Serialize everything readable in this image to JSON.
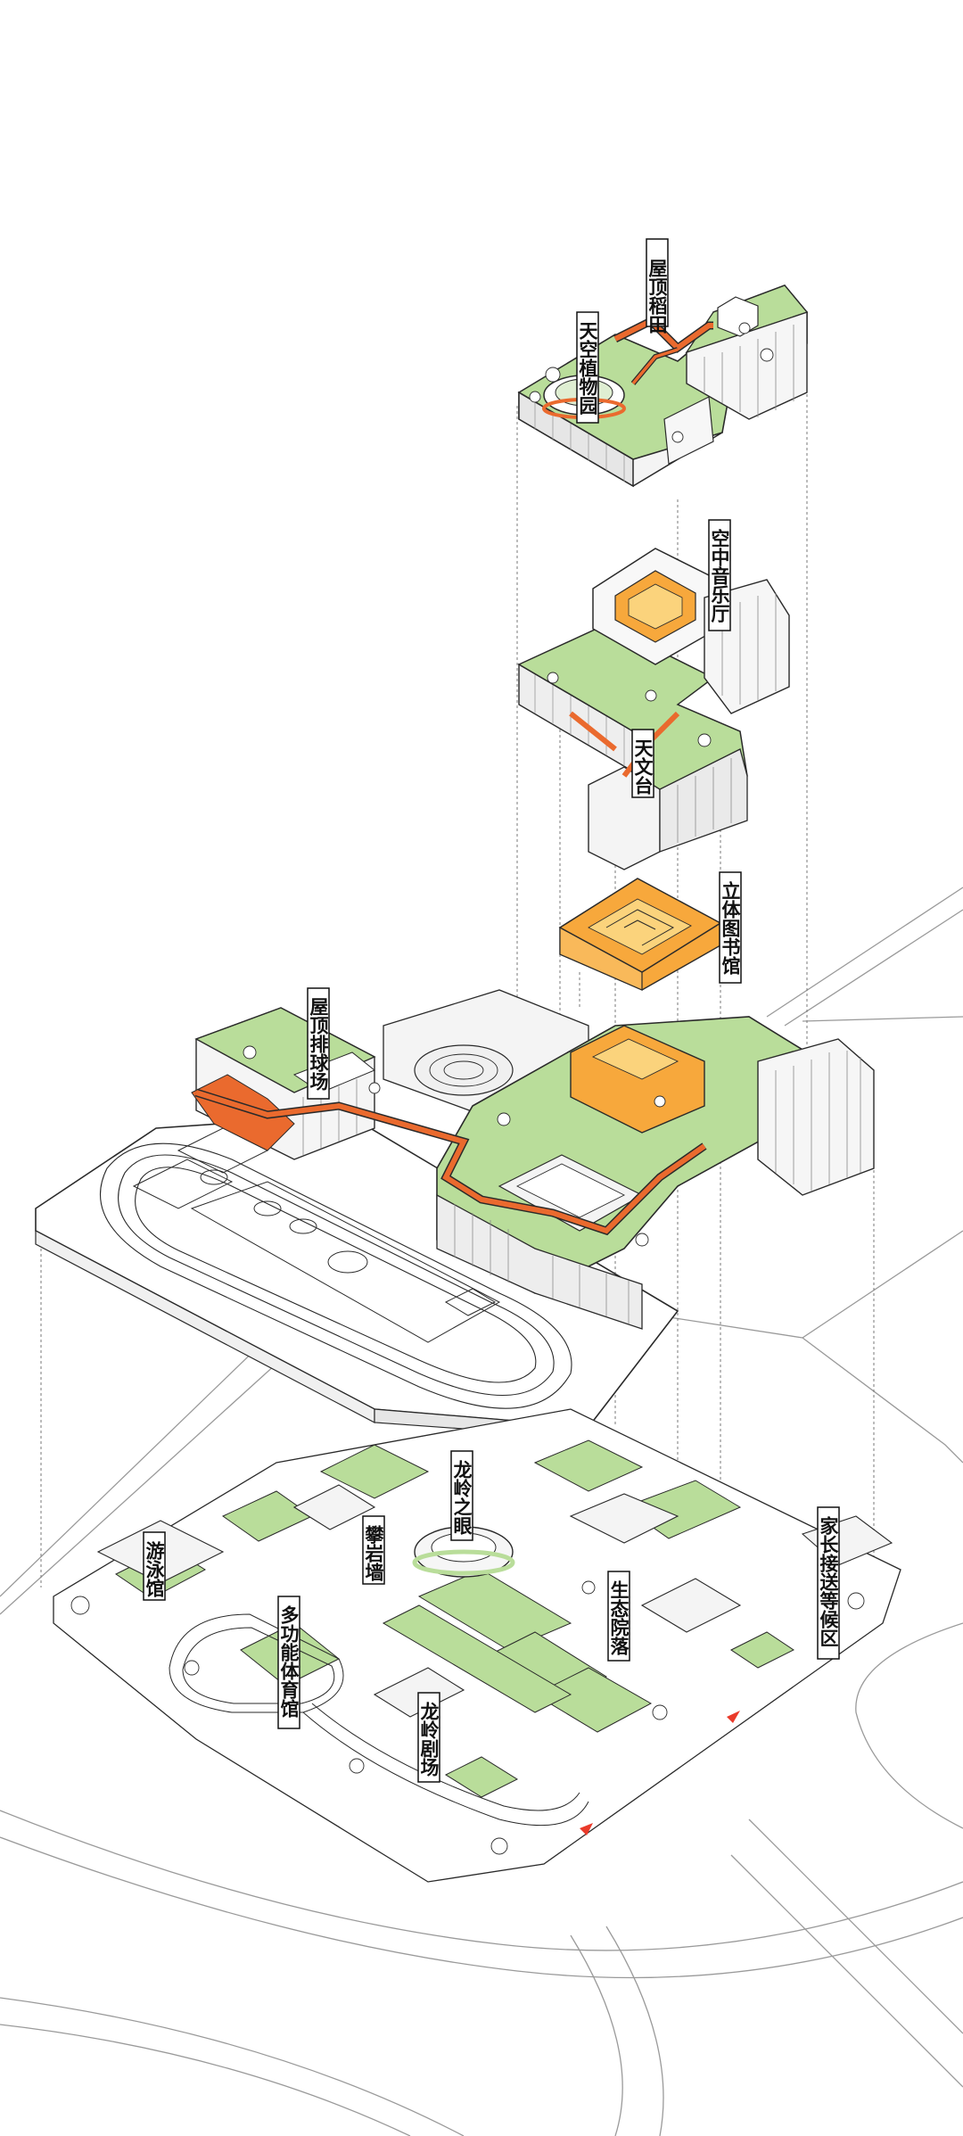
{
  "labels": {
    "roof_paddy": "屋顶稻田",
    "sky_garden": "天空植物园",
    "sky_music_hall": "空中音乐厅",
    "observatory": "天文台",
    "library": "立体图书馆",
    "roof_volleyball": "屋顶排球场",
    "swimming": "游泳馆",
    "climbing_wall": "攀岩墙",
    "longling_eye": "龙岭之眼",
    "gym": "多功能体育馆",
    "eco_courtyard": "生态院落",
    "theatre": "龙岭剧场",
    "parent_pickup": "家长接送等候区"
  },
  "colors": {
    "green_roof": "#b9dd9a",
    "green_dark": "#8fc46d",
    "orange_path": "#ea6a2e",
    "orange_fill": "#f7a83c",
    "line": "#2a2a2a",
    "site_line": "#9a9a9a",
    "wall": "#f4f4f4"
  }
}
